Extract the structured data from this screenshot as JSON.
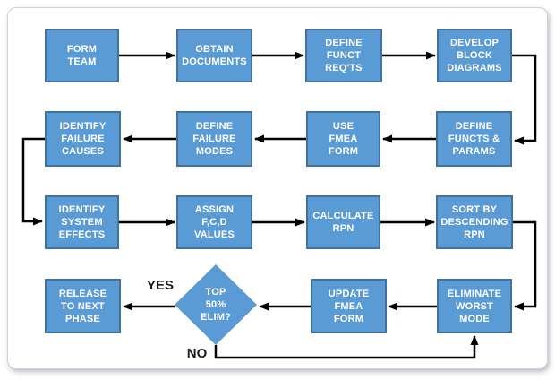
{
  "diagram": {
    "nodes": {
      "form_team": "FORM\nTEAM",
      "obtain_documents": "OBTAIN\nDOCUMENTS",
      "define_funct_reqts": "DEFINE\nFUNCT\nREQ'TS",
      "develop_block_diagrams": "DEVELOP\nBLOCK\nDIAGRAMS",
      "define_functs_params": "DEFINE\nFUNCTS &\nPARAMS",
      "use_fmea_form": "USE\nFMEA\nFORM",
      "define_failure_modes": "DEFINE\nFAILURE\nMODES",
      "identify_failure_causes": "IDENTIFY\nFAILURE\nCAUSES",
      "identify_system_effects": "IDENTIFY\nSYSTEM\nEFFECTS",
      "assign_fcd_values": "ASSIGN\nF,C,D\nVALUES",
      "calculate_rpn": "CALCULATE\nRPN",
      "sort_by_descending_rpn": "SORT BY\nDESCENDING\nRPN",
      "eliminate_worst_mode": "ELIMINATE\nWORST\nMODE",
      "update_fmea_form": "UPDATE\nFMEA\nFORM",
      "release_to_next_phase": "RELEASE\nTO NEXT\nPHASE"
    },
    "decision": {
      "top_50_elim": "TOP\n50%\nELIM?"
    },
    "edge_labels": {
      "yes": "YES",
      "no": "NO"
    },
    "colors": {
      "node_fill": "#5b9bd5",
      "node_border": "#41719c",
      "connector": "#000000",
      "node_text": "#ffffff",
      "edge_label_text": "#1a1a1a"
    }
  }
}
